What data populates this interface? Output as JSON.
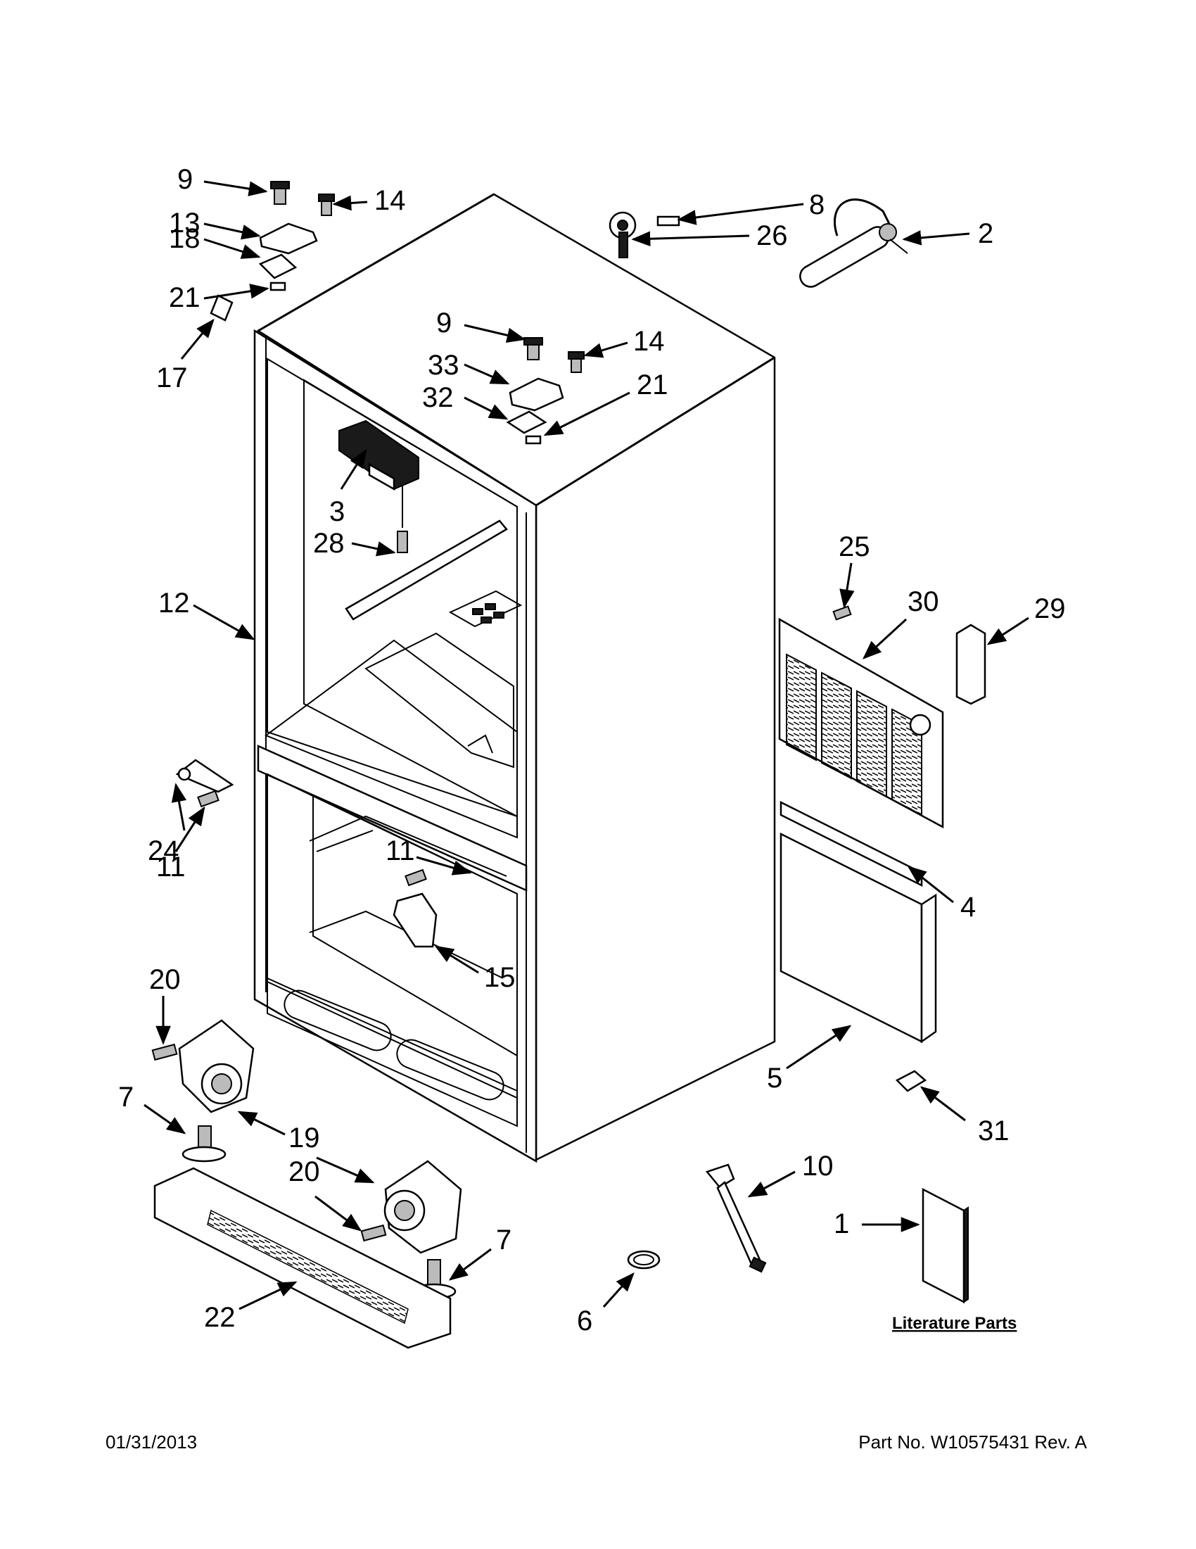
{
  "callouts": [
    {
      "id": "c1",
      "label": "1"
    },
    {
      "id": "c2",
      "label": "2"
    },
    {
      "id": "c3",
      "label": "3"
    },
    {
      "id": "c4",
      "label": "4"
    },
    {
      "id": "c5",
      "label": "5"
    },
    {
      "id": "c6",
      "label": "6"
    },
    {
      "id": "c7a",
      "label": "7"
    },
    {
      "id": "c7b",
      "label": "7"
    },
    {
      "id": "c8",
      "label": "8"
    },
    {
      "id": "c9a",
      "label": "9"
    },
    {
      "id": "c9b",
      "label": "9"
    },
    {
      "id": "c10",
      "label": "10"
    },
    {
      "id": "c11a",
      "label": "11"
    },
    {
      "id": "c11b",
      "label": "11"
    },
    {
      "id": "c12",
      "label": "12"
    },
    {
      "id": "c13",
      "label": "13"
    },
    {
      "id": "c14a",
      "label": "14"
    },
    {
      "id": "c14b",
      "label": "14"
    },
    {
      "id": "c15",
      "label": "15"
    },
    {
      "id": "c17",
      "label": "17"
    },
    {
      "id": "c18",
      "label": "18"
    },
    {
      "id": "c19",
      "label": "19"
    },
    {
      "id": "c20a",
      "label": "20"
    },
    {
      "id": "c20b",
      "label": "20"
    },
    {
      "id": "c21a",
      "label": "21"
    },
    {
      "id": "c21b",
      "label": "21"
    },
    {
      "id": "c22",
      "label": "22"
    },
    {
      "id": "c24",
      "label": "24"
    },
    {
      "id": "c25",
      "label": "25"
    },
    {
      "id": "c26",
      "label": "26"
    },
    {
      "id": "c28",
      "label": "28"
    },
    {
      "id": "c29",
      "label": "29"
    },
    {
      "id": "c30",
      "label": "30"
    },
    {
      "id": "c31",
      "label": "31"
    },
    {
      "id": "c32",
      "label": "32"
    },
    {
      "id": "c33",
      "label": "33"
    }
  ],
  "literature_label": "Literature Parts",
  "footer": {
    "date": "01/31/2013",
    "part_number": "Part No.  W10575431  Rev.  A"
  }
}
